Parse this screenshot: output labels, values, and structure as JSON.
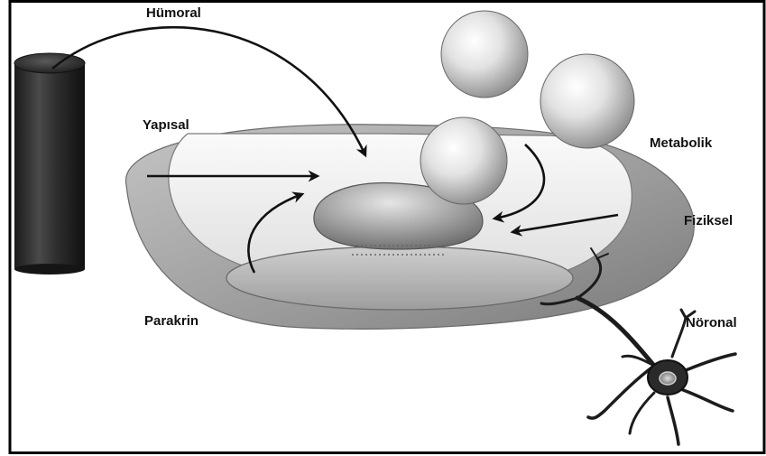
{
  "labels": {
    "humoral": "Hümoral",
    "yapisal": "Yapısal",
    "metabolik": "Metabolik",
    "fiziksel": "Fiziksel",
    "parakrin": "Parakrin",
    "noronal": "Nöronal"
  },
  "colors": {
    "border": "#000000",
    "arrow": "#111111",
    "cylinder": "#2a2a2a",
    "sphere_light": "#f4f4f4",
    "sphere_dark": "#8c8c8c"
  }
}
